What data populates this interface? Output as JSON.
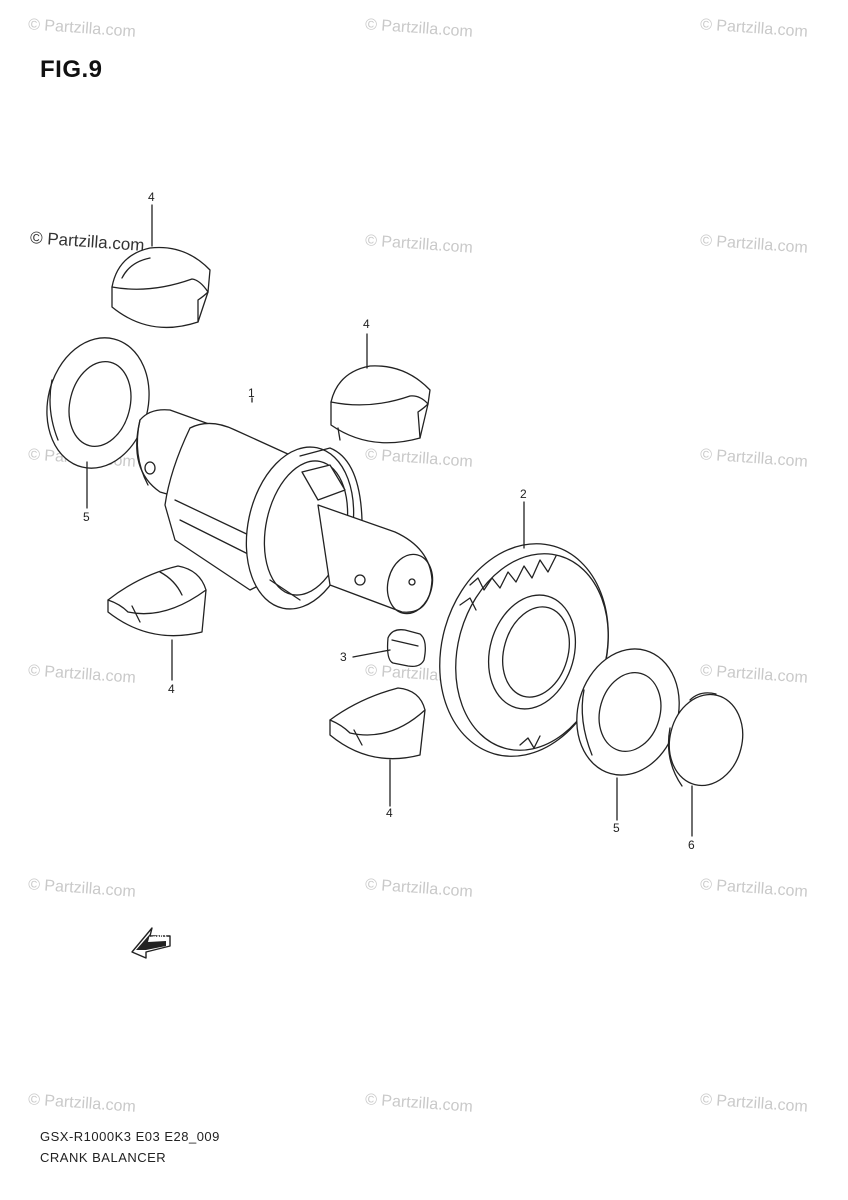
{
  "figure": {
    "title": "FIG.9"
  },
  "watermarks": {
    "main": "© Partzilla.com",
    "faint": "© Partzilla.com"
  },
  "callouts": {
    "c1": "1",
    "c2": "2",
    "c3": "3",
    "c4a": "4",
    "c4b": "4",
    "c4c": "4",
    "c4d": "4",
    "c5a": "5",
    "c5b": "5",
    "c6": "6"
  },
  "fwd_label": "FWD",
  "caption": {
    "code": "GSX-R1000K3 E03 E28_009",
    "name": "CRANK BALANCER"
  }
}
